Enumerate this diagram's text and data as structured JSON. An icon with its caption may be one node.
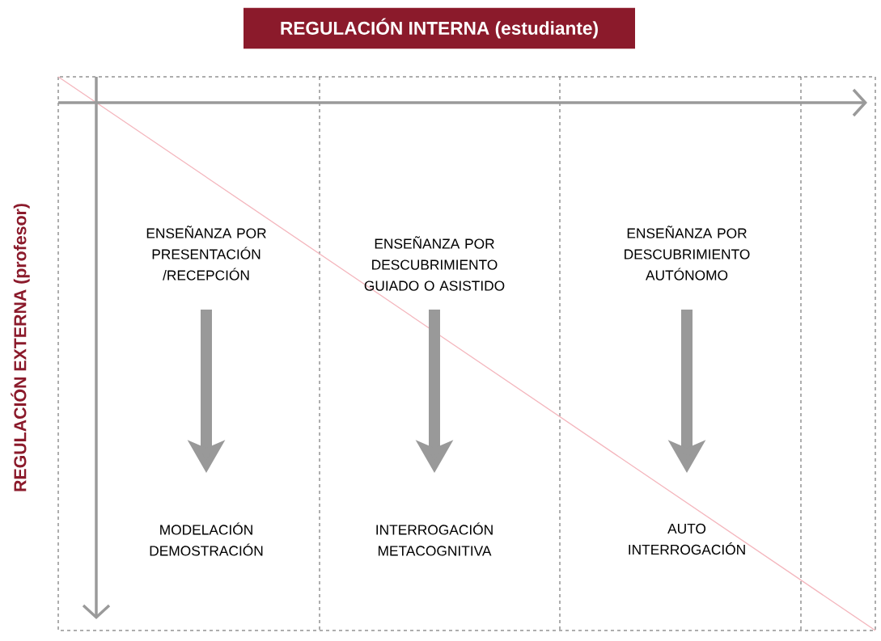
{
  "diagram": {
    "nodes": [
      {
        "text": [
          "REGULACIÓN INTERNA (estudiante)"
        ]
      },
      {
        "text": [
          "ENSEÑANZA POR PRESENTACIÓN /RECEPCIÓN"
        ]
      },
      {
        "text": [
          "ENSEÑANZA POR DESCUBRIMIENTO GUIADO O ASISTIDO"
        ]
      },
      {
        "text": [
          "ENSEÑANZA POR DESCUBRIMIENTO AUTÓNOMO"
        ]
      },
      {
        "text": [
          "MODELACIÓN DEMOSTRACIÓN"
        ]
      },
      {
        "text": [
          "INTERROGACIÓN METACOGNITIVA"
        ]
      },
      {
        "text": [
          "AUTO INTERROGACIÓN"
        ]
      }
    ],
    "edges": [
      {
        "from": 1,
        "to": 4,
        "arrow": "to"
      },
      {
        "from": 2,
        "to": 5,
        "arrow": "to"
      },
      {
        "from": 3,
        "to": 6,
        "arrow": "to"
      }
    ],
    "labels": [
      "REGULACIÓN EXTERNA (profesor)"
    ]
  }
}
